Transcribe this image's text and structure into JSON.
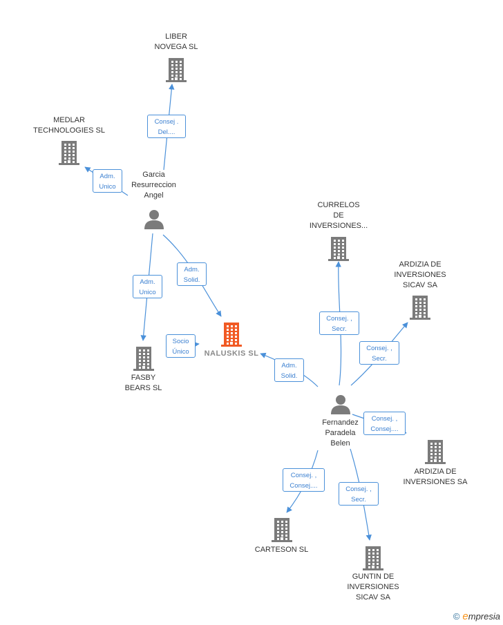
{
  "colors": {
    "edge": "#4a90d9",
    "node": "#7b7b7b",
    "highlight": "#f15a24"
  },
  "nodes": {
    "liber": {
      "name": "LIBER\nNOVEGA  SL",
      "type": "company"
    },
    "medlar": {
      "name": "MEDLAR\nTECHNOLOGIES SL",
      "type": "company"
    },
    "garcia": {
      "name": "Garcia\nResurreccion\nAngel",
      "type": "person"
    },
    "currelos": {
      "name": "CURRELOS\nDE\nINVERSIONES...",
      "type": "company"
    },
    "ardizia_sicav": {
      "name": "ARDIZIA DE\nINVERSIONES\nSICAV SA",
      "type": "company"
    },
    "naluskis": {
      "name": "NALUSKIS  SL",
      "type": "company-highlight"
    },
    "fasby": {
      "name": "FASBY\nBEARS  SL",
      "type": "company"
    },
    "fernandez": {
      "name": "Fernandez\nParadela\nBelen",
      "type": "person"
    },
    "ardizia_sa": {
      "name": "ARDIZIA DE\nINVERSIONES SA",
      "type": "company"
    },
    "carteson": {
      "name": "CARTESON SL",
      "type": "company"
    },
    "guntin": {
      "name": "GUNTIN DE\nINVERSIONES\nSICAV SA",
      "type": "company"
    }
  },
  "edges": [
    {
      "from": "garcia",
      "to": "liber",
      "label": "Consej .\nDel...."
    },
    {
      "from": "garcia",
      "to": "medlar",
      "label": "Adm.\nUnico"
    },
    {
      "from": "garcia",
      "to": "fasby",
      "label": "Adm.\nUnico"
    },
    {
      "from": "garcia",
      "to": "naluskis",
      "label": "Adm.\nSolid."
    },
    {
      "from": "fasby",
      "to": "naluskis",
      "label": "Socio\nÚnico"
    },
    {
      "from": "fernandez",
      "to": "naluskis",
      "label": "Adm.\nSolid."
    },
    {
      "from": "fernandez",
      "to": "currelos",
      "label": "Consej. ,\nSecr."
    },
    {
      "from": "fernandez",
      "to": "ardizia_sicav",
      "label": "Consej. ,\nSecr."
    },
    {
      "from": "fernandez",
      "to": "ardizia_sa",
      "label": "Consej. ,\nConsej...."
    },
    {
      "from": "fernandez",
      "to": "carteson",
      "label": "Consej. ,\nConsej...."
    },
    {
      "from": "fernandez",
      "to": "guntin",
      "label": "Consej. ,\nSecr."
    }
  ],
  "watermark": {
    "copyright": "©",
    "brand_initial": "e",
    "brand_rest": "mpresia"
  }
}
